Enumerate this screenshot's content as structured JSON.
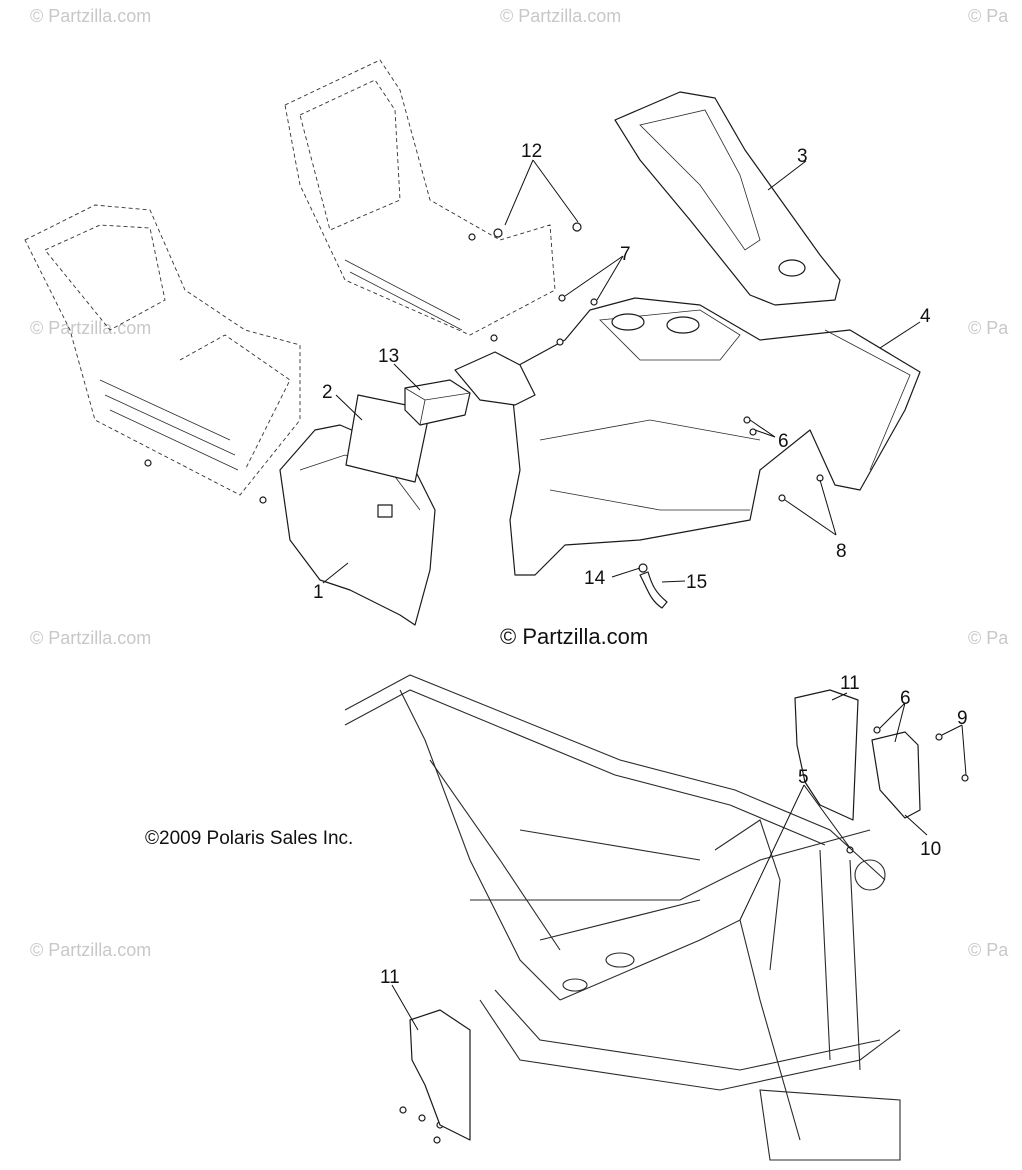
{
  "watermark": "© Partzilla.com",
  "watermark_clipped": "© Pa",
  "center_copyright": "© Partzilla.com",
  "polaris_copyright": "©2009 Polaris Sales Inc.",
  "callouts": {
    "c1": "1",
    "c2": "2",
    "c3": "3",
    "c4": "4",
    "c5": "5",
    "c6a": "6",
    "c6b": "6",
    "c7": "7",
    "c8": "8",
    "c9": "9",
    "c10": "10",
    "c11a": "11",
    "c11b": "11",
    "c12": "12",
    "c13": "13",
    "c14": "14",
    "c15": "15"
  }
}
